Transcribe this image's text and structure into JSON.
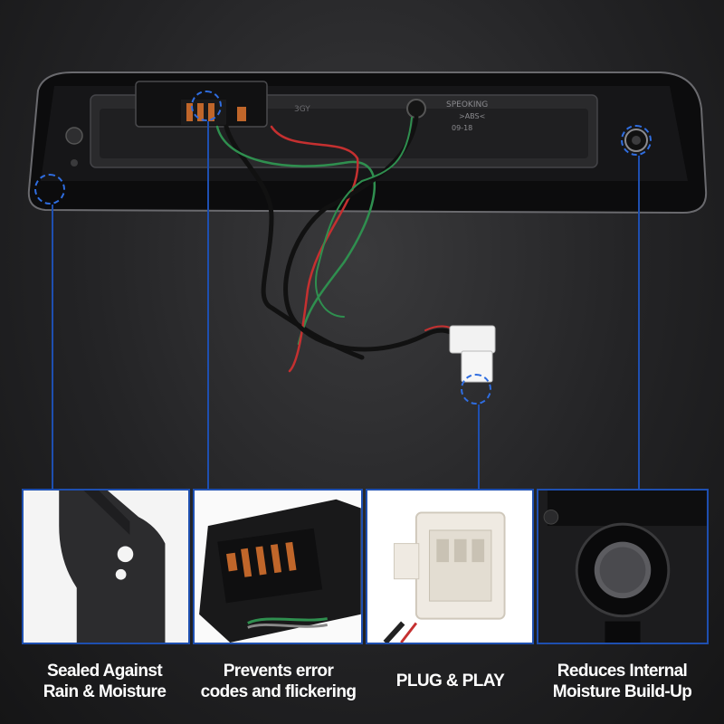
{
  "product": {
    "mold_brand": "SPEOKING",
    "mold_material": ">ABS<",
    "mold_date": "09-18",
    "mold_code": "3GY"
  },
  "features": [
    {
      "line1": "Sealed Against",
      "line2": "Rain & Moisture"
    },
    {
      "line1": "Prevents error",
      "line2": "codes and flickering"
    },
    {
      "line1": "PLUG & PLAY",
      "line2": ""
    },
    {
      "line1": "Reduces Internal",
      "line2": "Moisture Build-Up"
    }
  ],
  "colors": {
    "accent_blue": "#1e4fb0",
    "marker_blue": "#2f6de0",
    "background": "#232325",
    "caption_text": "#ffffff"
  }
}
